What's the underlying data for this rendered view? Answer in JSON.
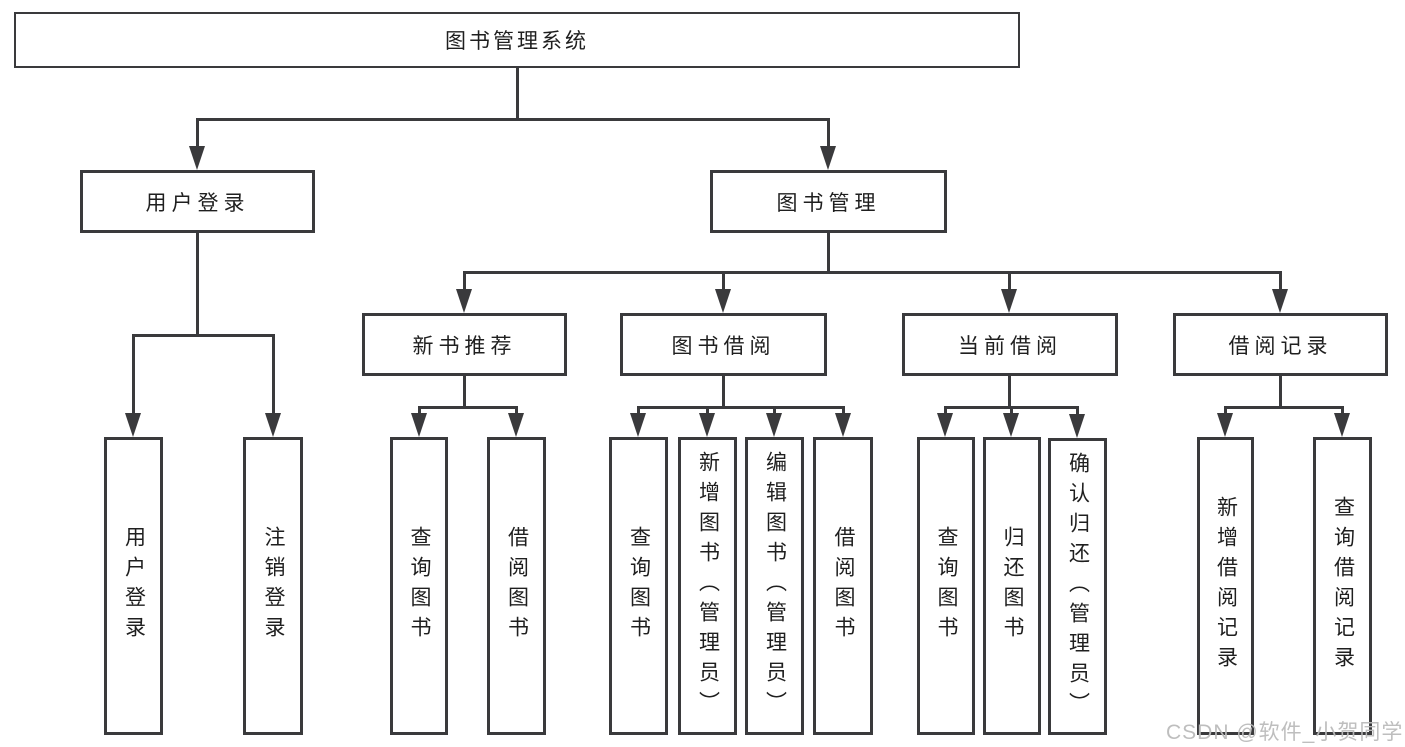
{
  "tree": {
    "root": "图书管理系统",
    "user_login": {
      "label": "用户登录",
      "children": [
        "用户登录",
        "注销登录"
      ]
    },
    "book_mgmt": {
      "label": "图书管理",
      "new_book_rec": {
        "label": "新书推荐",
        "children": [
          "查询图书",
          "借阅图书"
        ]
      },
      "book_borrow": {
        "label": "图书借阅",
        "children": [
          "查询图书",
          "新增图书（管理员）",
          "编辑图书（管理员）",
          "借阅图书"
        ]
      },
      "current_borrow": {
        "label": "当前借阅",
        "children": [
          "查询图书",
          "归还图书",
          "确认归还（管理员）"
        ]
      },
      "borrow_records": {
        "label": "借阅记录",
        "children": [
          "新增借阅记录",
          "查询借阅记录"
        ]
      }
    }
  },
  "watermark": "CSDN @软件_小贺同学",
  "colors": {
    "line": "#3a3a3c",
    "text": "#1f1f1f",
    "watermark": "#bababa",
    "background": "#ffffff"
  }
}
